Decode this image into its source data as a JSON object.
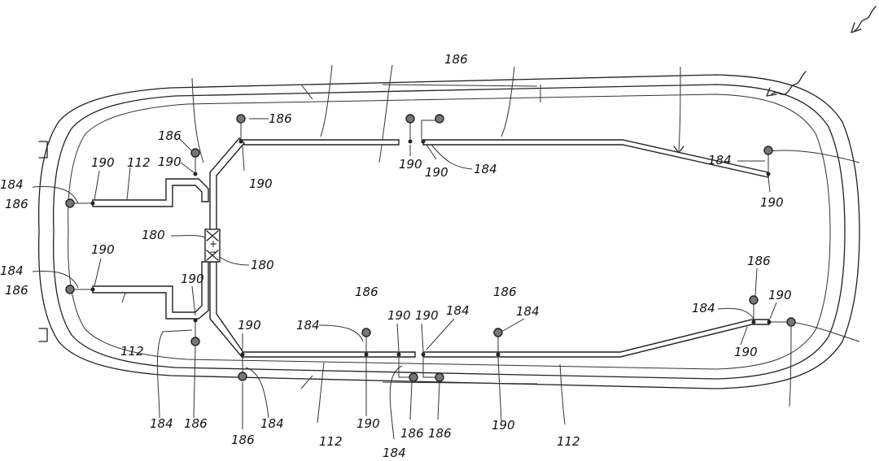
{
  "diagram": {
    "labels": {
      "l112": "112",
      "l180": "180",
      "l184": "184",
      "l186": "186",
      "l190": "190"
    },
    "terminals": {
      "plus": "+",
      "minus": "−"
    }
  }
}
